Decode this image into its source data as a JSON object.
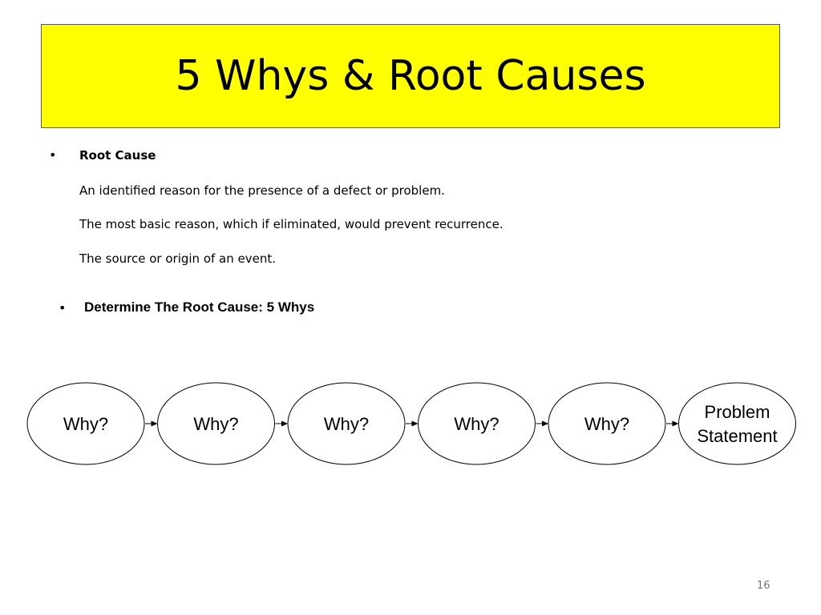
{
  "title": "5 Whys & Root Causes",
  "bullets": {
    "marker": "•",
    "root_cause": {
      "heading": "Root Cause",
      "definitions": [
        "An identified reason for the presence of a defect or problem.",
        "The most basic reason, which if eliminated, would prevent recurrence.",
        "The source or origin of an event."
      ]
    },
    "determine": "Determine The Root Cause: 5 Whys"
  },
  "diagram": {
    "nodes": [
      {
        "lines": [
          "Why?"
        ]
      },
      {
        "lines": [
          "Why?"
        ]
      },
      {
        "lines": [
          "Why?"
        ]
      },
      {
        "lines": [
          "Why?"
        ]
      },
      {
        "lines": [
          "Why?"
        ]
      },
      {
        "lines": [
          "Problem",
          "Statement"
        ]
      }
    ],
    "edge_direction": "right"
  },
  "page_number": "16",
  "colors": {
    "title_background": "#ffff00",
    "node_stroke": "#000000"
  }
}
